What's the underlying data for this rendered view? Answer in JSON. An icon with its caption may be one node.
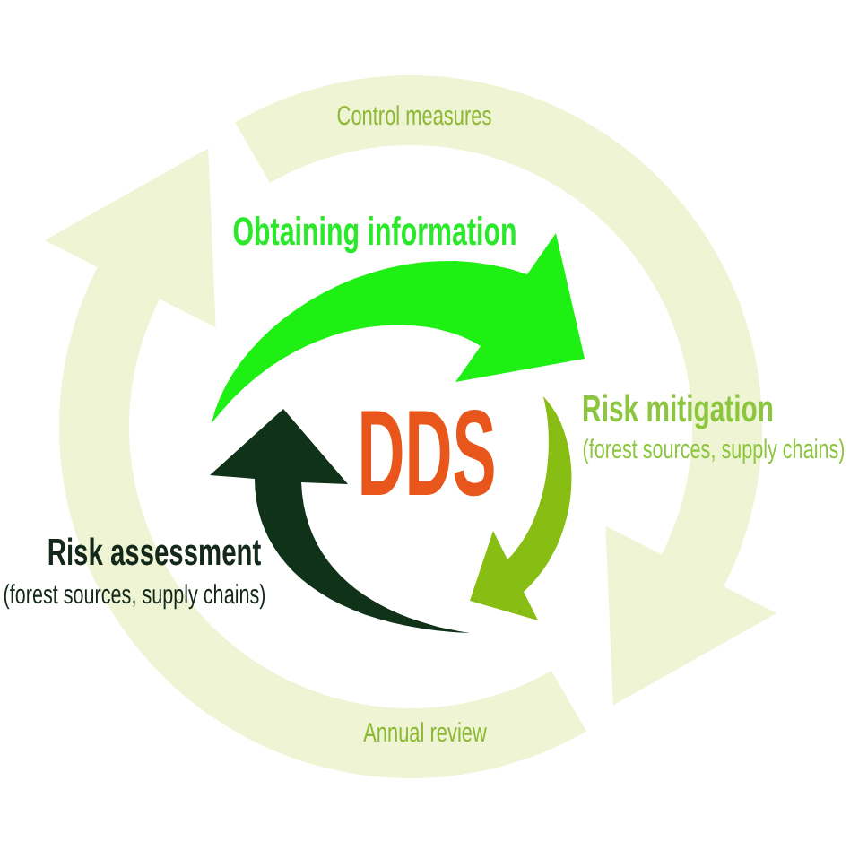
{
  "diagram": {
    "nodes": [
      {
        "text": [
          "Control measures"
        ]
      },
      {
        "text": [
          "Annual review"
        ]
      }
    ],
    "labels": [
      "Obtaining information",
      "Risk mitigation",
      "(forest sources, supply chains)",
      "DDS",
      "Risk assessment",
      "(forest sources, supply chains)"
    ]
  }
}
